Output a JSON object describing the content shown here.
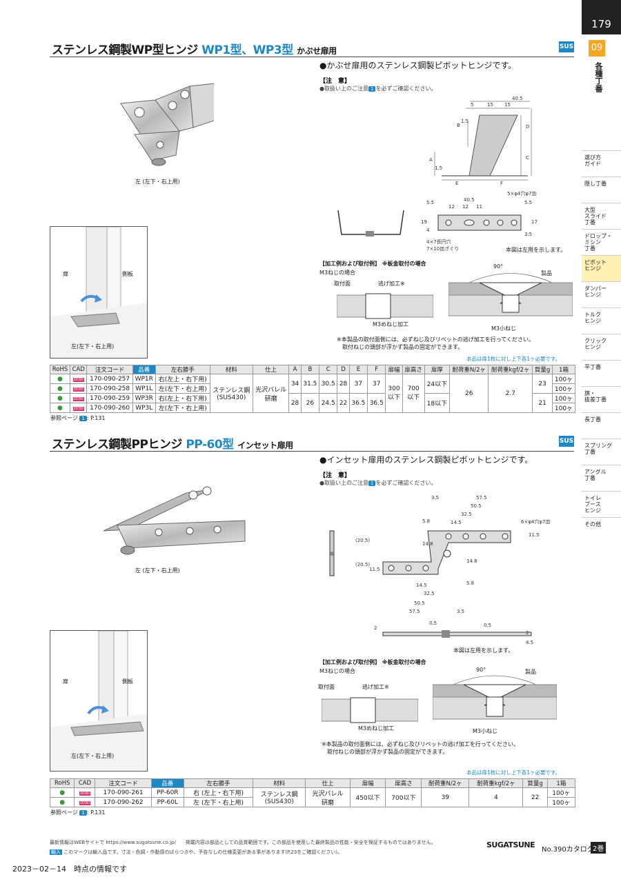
{
  "page_number": "179",
  "section_number": "09",
  "section_label": "各種丁番",
  "side_categories": [
    {
      "label": "選び方\nガイド",
      "active": false
    },
    {
      "label": "隠し丁番",
      "active": false
    },
    {
      "label": "大型\nスライド\n丁番",
      "active": false
    },
    {
      "label": "ドロップ・\nミシン\n丁番",
      "active": false
    },
    {
      "label": "ピボット\nヒンジ",
      "active": true
    },
    {
      "label": "ダンパー\nヒンジ",
      "active": false
    },
    {
      "label": "トルク\nヒンジ",
      "active": false
    },
    {
      "label": "クリック\nヒンジ",
      "active": false
    },
    {
      "label": "平丁番",
      "active": false
    },
    {
      "label": "旗・\n抜差丁番",
      "active": false
    },
    {
      "label": "長丁番",
      "active": false
    },
    {
      "label": "スプリング\n丁番",
      "active": false
    },
    {
      "label": "アングル\n丁番",
      "active": false
    },
    {
      "label": "トイレ\nブース\nヒンジ",
      "active": false
    },
    {
      "label": "その他",
      "active": false
    }
  ],
  "colors": {
    "accent": "#1e88c7",
    "section": "#f5a623",
    "highlight": "#fff0b3"
  },
  "wp": {
    "title_main": "ステンレス鋼製WP型ヒンジ",
    "title_model": "WP1型、WP3型",
    "title_sub": "かぶせ扉用",
    "material_badge": "SUS",
    "description": "●かぶせ扉用のステンレス鋼製ピボットヒンジです。",
    "note_title": "【注　意】",
    "note_text_pre": "●取扱い上のご注意",
    "note_badge": "1",
    "note_text_post": "を必ずご確認ください。",
    "photo_caption": "左 (左下・右上用)",
    "install_door": "扉",
    "install_side": "側板",
    "install_caption": "左(左下・右上用)",
    "dims": {
      "top_total": "40.5",
      "top_a": "5",
      "top_b": "15",
      "top_c": "15",
      "b": "B",
      "b2": "1.5",
      "a": "A",
      "a2": "1.5",
      "c": "C",
      "d": "D",
      "e": "E",
      "f": "F",
      "holes": "5×φ4穴φ7皿",
      "w_total": "40.5",
      "w1": "12",
      "w2": "12",
      "w3": "11",
      "h1": "5.5",
      "h2": "19",
      "h3": "4",
      "h4": "5.5",
      "h5": "17",
      "h6": "3.5",
      "slot": "4×7長円穴\n7×10皿ざぐり"
    },
    "figure_note": "本図は左用を示します。",
    "process_title": "【加工例および取付例】 ※板金取付の場合",
    "process_sub": "M3ねじの場合",
    "label_mount": "取付面",
    "label_relief": "逃げ加工※",
    "label_tap": "M3めねじ加工",
    "label_angle": "90°",
    "label_product": "製品",
    "label_screw": "M3小ねじ",
    "process_note": "※本製品の取付面側には、必ずねじ及びリベットの逃げ加工を行ってください。\n　取付ねじの頭部が浮かず製品の固定ができます。",
    "table_note": "本品は扉1枚に対し上下各1ヶ必要です。",
    "table_headers": [
      "RoHS",
      "CAD",
      "注文コード",
      "品番",
      "左右勝手",
      "材料",
      "仕上",
      "A",
      "B",
      "C",
      "D",
      "E",
      "F",
      "扉幅",
      "扉高さ",
      "扉厚",
      "耐荷重N/2ヶ",
      "耐荷重kgf/2ヶ",
      "質量g",
      "1箱"
    ],
    "cad_badge": "2D3D",
    "rows": [
      {
        "code": "170-090-257",
        "part": "WP1R",
        "hand": "右(左上・右下用)",
        "box": "100ヶ"
      },
      {
        "code": "170-090-258",
        "part": "WP1L",
        "hand": "左(左下・右上用)",
        "box": "100ヶ"
      },
      {
        "code": "170-090-259",
        "part": "WP3R",
        "hand": "右(左上・右下用)",
        "box": "100ヶ"
      },
      {
        "code": "170-090-260",
        "part": "WP3L",
        "hand": "左(左下・右上用)",
        "box": "100ヶ"
      }
    ],
    "material": "ステンレス鋼\n(SUS430)",
    "finish": "光沢バレル\n研磨",
    "wp1": {
      "A": "34",
      "B": "31.5",
      "C": "30.5",
      "D": "28",
      "E": "37",
      "F": "37",
      "thick": "24以下",
      "mass": "23"
    },
    "wp3": {
      "A": "28",
      "B": "26",
      "C": "24.5",
      "D": "22",
      "E": "36.5",
      "F": "36.5",
      "thick": "18以下",
      "mass": "21"
    },
    "door_width": "300\n以下",
    "door_height": "700\n以下",
    "load_n": "26",
    "load_kgf": "2.7",
    "ref_pre": "参照ページ",
    "ref_badge": "1",
    "ref_post": ": P.131"
  },
  "pp": {
    "title_main": "ステンレス鋼製PPヒンジ",
    "title_model": "PP-60型",
    "title_sub": "インセット扉用",
    "material_badge": "SUS",
    "description": "●インセット扉用のステンレス鋼製ピボットヒンジです。",
    "note_title": "【注　意】",
    "note_text_pre": "●取扱い上のご注意",
    "note_badge": "1",
    "note_text_post": "を必ずご確認ください。",
    "photo_caption": "左 (左下・右上用)",
    "install_door": "扉",
    "install_side": "側板",
    "install_caption": "左(左下・右上用)",
    "dims": {
      "d1": "3.5",
      "d2": "57.5",
      "d3": "50.5",
      "d4": "32.5",
      "d5": "14.5",
      "d6": "5.8",
      "holes": "6×φ4穴φ7皿",
      "d7": "11.5",
      "d8": "14.8",
      "d9": "(20.5)",
      "d10": "(20.5)",
      "d11": "11.5",
      "d12": "14.8",
      "d13": "5.8",
      "d14": "14.5",
      "d15": "32.5",
      "d16": "50.5",
      "d17": "57.5",
      "d18": "3.5",
      "s1": "2",
      "s2": "0.5",
      "s3": "0.5",
      "s4": "2",
      "s5": "4.5"
    },
    "figure_note": "本図は左用を示します。",
    "process_title": "【加工例および取付例】 ※板金取付の場合",
    "process_sub": "M3ねじの場合",
    "label_mount": "取付面",
    "label_relief": "逃げ加工※",
    "label_tap": "M3めねじ加工",
    "label_angle": "90°",
    "label_product": "製品",
    "label_screw": "M3小ねじ",
    "process_note": "※本製品の取付面側には、必ずねじ及びリベットの逃げ加工を行ってください。\n　取付ねじの頭部が浮かず製品の固定ができます。",
    "table_note": "本品は扉1枚に対し上下各1ヶ必要です。",
    "table_headers": [
      "RoHS",
      "CAD",
      "注文コード",
      "品番",
      "左右勝手",
      "材料",
      "仕上",
      "扉幅",
      "扉高さ",
      "耐荷重N/2ヶ",
      "耐荷重kgf/2ヶ",
      "質量g",
      "1箱"
    ],
    "cad_badge": "2D3D",
    "rows": [
      {
        "code": "170-090-261",
        "part": "PP-60R",
        "hand": "右 (左上・右下用)",
        "box": "100ヶ"
      },
      {
        "code": "170-090-262",
        "part": "PP-60L",
        "hand": "左 (左下・右上用)",
        "box": "100ヶ"
      }
    ],
    "material": "ステンレス鋼\n(SUS430)",
    "finish": "光沢バレル\n研磨",
    "door_width": "450以下",
    "door_height": "700以下",
    "load_n": "39",
    "load_kgf": "4",
    "mass": "22",
    "ref_pre": "参照ページ",
    "ref_badge": "1",
    "ref_post": ": P.131"
  },
  "footer": {
    "line1": "最新情報はWEBサイトで https://www.sugatsune.co.jp/　　掲載内容は部品としての品質範囲です。この部品を使用した最終製品の性能・安全を保証するものではありません。",
    "import_badge": "輸入",
    "line2": "このマークは輸入品です。寸法・色調・作動感のばらつきや、予告なしの仕様変更がある事があります(P.23をご確認ください)。",
    "brand": "SUGATSUNE",
    "catalog": "No.390カタログ",
    "volume": "2巻",
    "date": "2023－02－14　時点の情報です"
  }
}
